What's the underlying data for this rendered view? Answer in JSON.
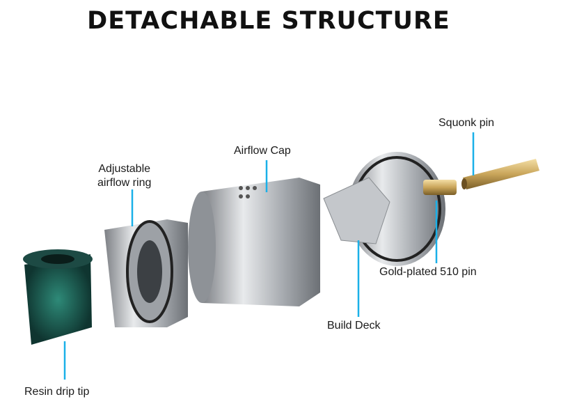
{
  "title": "DETACHABLE STRUCTURE",
  "labels": {
    "squonk_pin": "Squonk pin",
    "airflow_cap": "Airflow Cap",
    "airflow_ring_line1": "Adjustable",
    "airflow_ring_line2": "airflow ring",
    "gold_pin": "Gold-plated 510 pin",
    "build_deck": "Build Deck",
    "drip_tip": "Resin drip tip"
  },
  "colors": {
    "leader_line": "#1ab0e8",
    "steel": "#b8bcc0",
    "gold": "#c9a55a",
    "resin": "#1f5a4f"
  }
}
